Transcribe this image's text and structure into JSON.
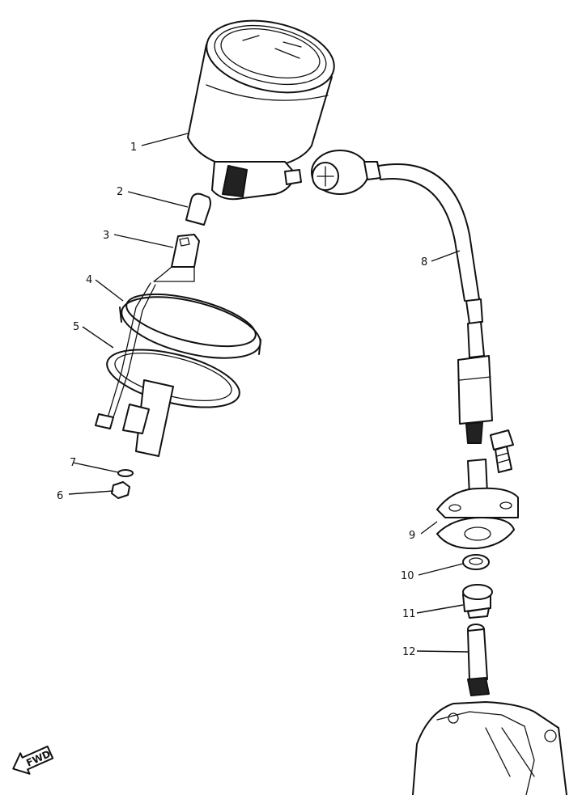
{
  "callouts": [
    {
      "id": "1",
      "text": "1"
    },
    {
      "id": "2",
      "text": "2"
    },
    {
      "id": "3",
      "text": "3"
    },
    {
      "id": "4",
      "text": "4"
    },
    {
      "id": "5",
      "text": "5"
    },
    {
      "id": "6",
      "text": "6"
    },
    {
      "id": "7",
      "text": "7"
    },
    {
      "id": "8",
      "text": "8"
    },
    {
      "id": "9",
      "text": "9"
    },
    {
      "id": "10",
      "text": "10"
    },
    {
      "id": "11",
      "text": "11"
    },
    {
      "id": "12",
      "text": "12"
    }
  ],
  "direction_marker": {
    "text": "FWD"
  },
  "colors": {
    "ink": "#111111",
    "paper": "#ffffff"
  }
}
